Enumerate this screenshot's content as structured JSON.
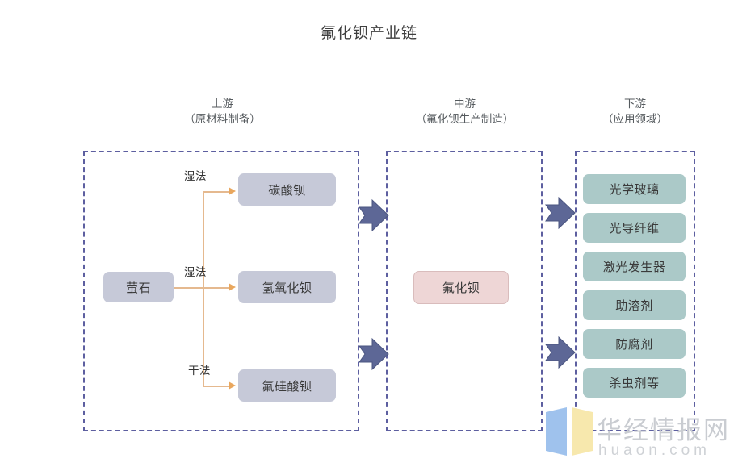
{
  "title": "氟化钡产业链",
  "columns": [
    {
      "name": "upstream",
      "line1": "上游",
      "line2": "（原材料制备）"
    },
    {
      "name": "midstream",
      "line1": "中游",
      "line2": "（氟化钡生产制造）"
    },
    {
      "name": "downstream",
      "line1": "下游",
      "line2": "（应用领域）"
    }
  ],
  "upstream": {
    "source": "萤石",
    "process_labels": [
      "湿法",
      "湿法",
      "干法"
    ],
    "products": [
      "碳酸钡",
      "氢氧化钡",
      "氟硅酸钡"
    ]
  },
  "midstream": {
    "products": [
      "氟化钡"
    ]
  },
  "downstream": {
    "applications": [
      "光学玻璃",
      "光导纤维",
      "激光发生器",
      "助溶剂",
      "防腐剂",
      "杀虫剂等"
    ]
  },
  "watermark": {
    "brand": "华经情报网",
    "domain": "huaon.com"
  },
  "colors": {
    "zone_border": "#5d5fa0",
    "upstream_node": "#c6c9d8",
    "midstream_node": "#eed6d6",
    "downstream_node": "#abc9c8",
    "connector": "#e5b98f",
    "arrowhead": "#e9a75e",
    "big_arrow": "#5d6796",
    "title_text": "#3f3f3f",
    "watermark_text": "#c9ccd1",
    "logo_blue": "#8ab4e8",
    "logo_yellow": "#f7e6a8"
  },
  "icons": {
    "stage_arrow": "right-block-arrow-icon",
    "flow_arrow": "right-triangle-arrow-icon",
    "logo": "huaon-logo-icon"
  }
}
